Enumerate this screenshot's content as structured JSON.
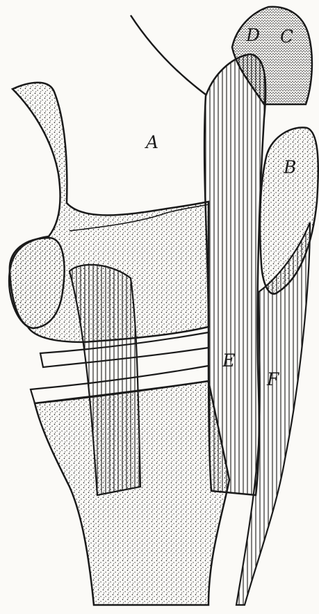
{
  "labels": {
    "a": "A",
    "b": "B",
    "c": "C",
    "d": "D",
    "e": "E",
    "f": "F"
  },
  "colors": {
    "ink": "#1a1a1a",
    "paper": "#fbfaf7",
    "stipple": "#2a2a2a"
  }
}
